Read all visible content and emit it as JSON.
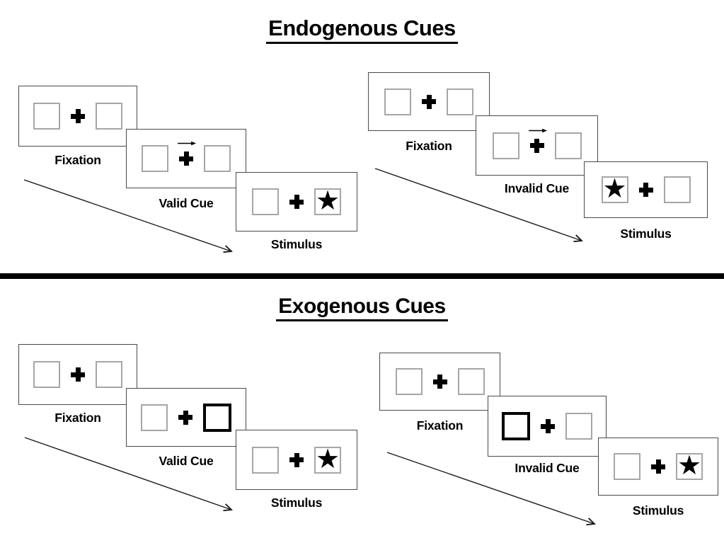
{
  "icons": {
    "star": "★"
  },
  "colors": {
    "background": "#ffffff",
    "text": "#000000",
    "card_border": "#4a4a4a",
    "box_border": "#a6a6a6",
    "bold_box_border": "#000000",
    "divider": "#000000",
    "arrow": "#1a1a1a"
  },
  "sections": [
    {
      "id": "endogenous",
      "title": "Endogenous Cues",
      "panels": [
        {
          "id": "endogenous-valid",
          "cue_style": "central-arrow-right",
          "star_side": "right",
          "cards": [
            {
              "label": "Fixation",
              "cue": "none",
              "star": "none"
            },
            {
              "label": "Valid Cue",
              "cue": "arrow-right",
              "star": "none"
            },
            {
              "label": "Stimulus",
              "cue": "none",
              "star": "right"
            }
          ]
        },
        {
          "id": "endogenous-invalid",
          "cue_style": "central-arrow-right",
          "star_side": "left",
          "cards": [
            {
              "label": "Fixation",
              "cue": "none",
              "star": "none"
            },
            {
              "label": "Invalid Cue",
              "cue": "arrow-right",
              "star": "none"
            },
            {
              "label": "Stimulus",
              "cue": "none",
              "star": "left"
            }
          ]
        }
      ]
    },
    {
      "id": "exogenous",
      "title": "Exogenous Cues",
      "panels": [
        {
          "id": "exogenous-valid",
          "cue_style": "bold-box",
          "star_side": "right",
          "cards": [
            {
              "label": "Fixation",
              "cue": "none",
              "star": "none"
            },
            {
              "label": "Valid Cue",
              "cue": "bold-right-box",
              "star": "none"
            },
            {
              "label": "Stimulus",
              "cue": "none",
              "star": "right"
            }
          ]
        },
        {
          "id": "exogenous-invalid",
          "cue_style": "bold-box",
          "star_side": "right",
          "cards": [
            {
              "label": "Fixation",
              "cue": "none",
              "star": "none"
            },
            {
              "label": "Invalid Cue",
              "cue": "bold-left-box",
              "star": "none"
            },
            {
              "label": "Stimulus",
              "cue": "none",
              "star": "right"
            }
          ]
        }
      ]
    }
  ]
}
